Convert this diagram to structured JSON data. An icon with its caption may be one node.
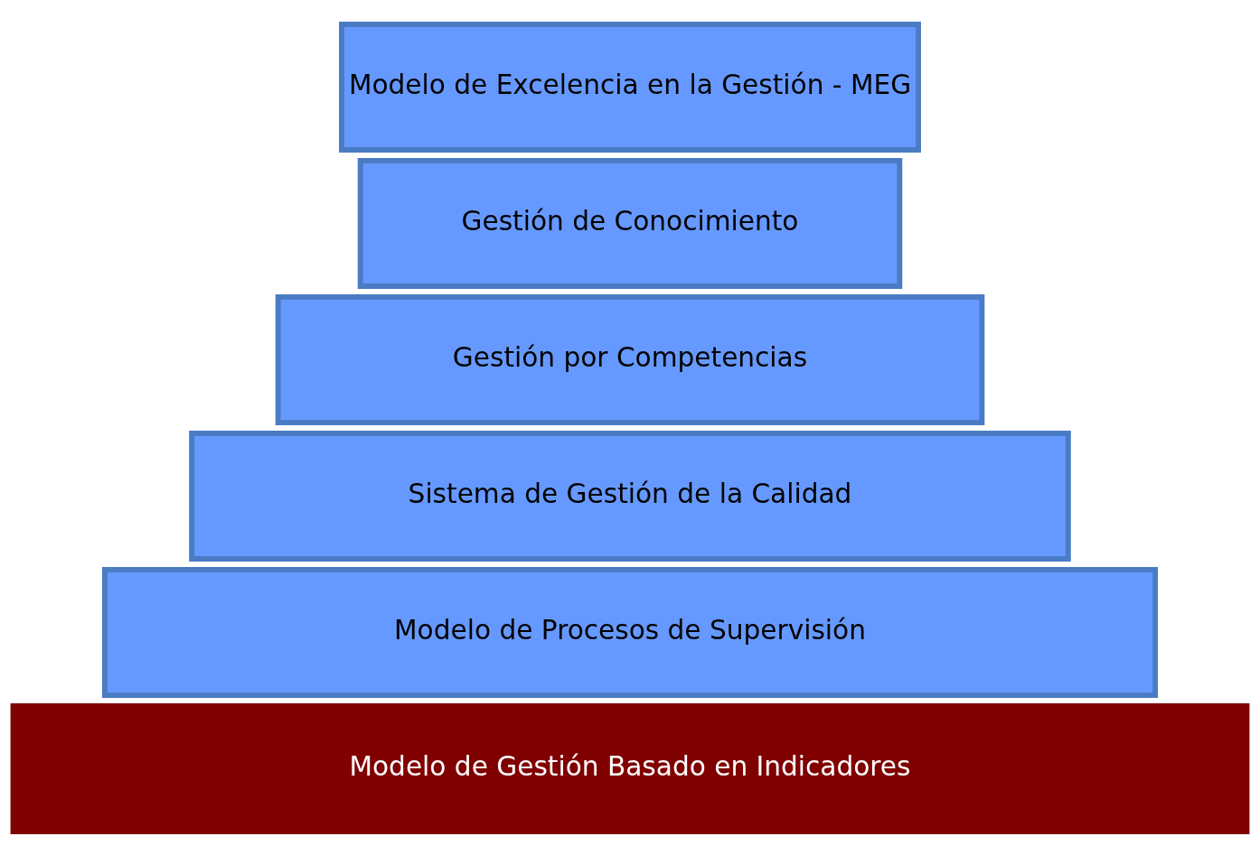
{
  "diagram": {
    "nodes": [
      {
        "text": [
          "Modelo de Excelencia en la Gestión - MEG"
        ]
      },
      {
        "text": [
          "Gestión de Conocimiento"
        ]
      },
      {
        "text": [
          "Gestión por Competencias"
        ]
      },
      {
        "text": [
          "Sistema de Gestión de la Calidad"
        ]
      },
      {
        "text": [
          "Modelo de Procesos de Supervisión"
        ]
      },
      {
        "text": [
          "Modelo de Gestión Basado en Indicadores"
        ]
      }
    ]
  }
}
